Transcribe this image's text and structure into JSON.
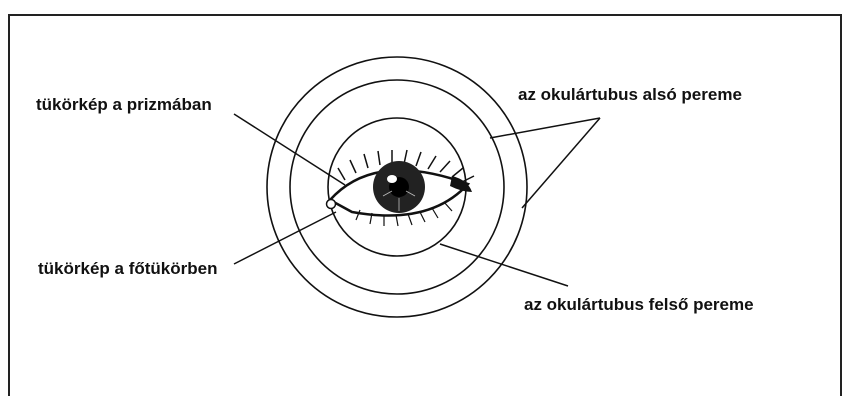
{
  "diagram": {
    "labels": {
      "mirror_image_prism": "tükörkép a prizmában",
      "mirror_image_main_mirror": "tükörkép a főtükörben",
      "eyepiece_tube_lower_rim": "az okulártubus alsó pereme",
      "eyepiece_tube_upper_rim": "az okulártubus felső pereme"
    },
    "colors": {
      "ink": "#111111",
      "frame": "#222222",
      "background": "#ffffff"
    },
    "ring_count": 3,
    "icon": "eye-icon"
  }
}
